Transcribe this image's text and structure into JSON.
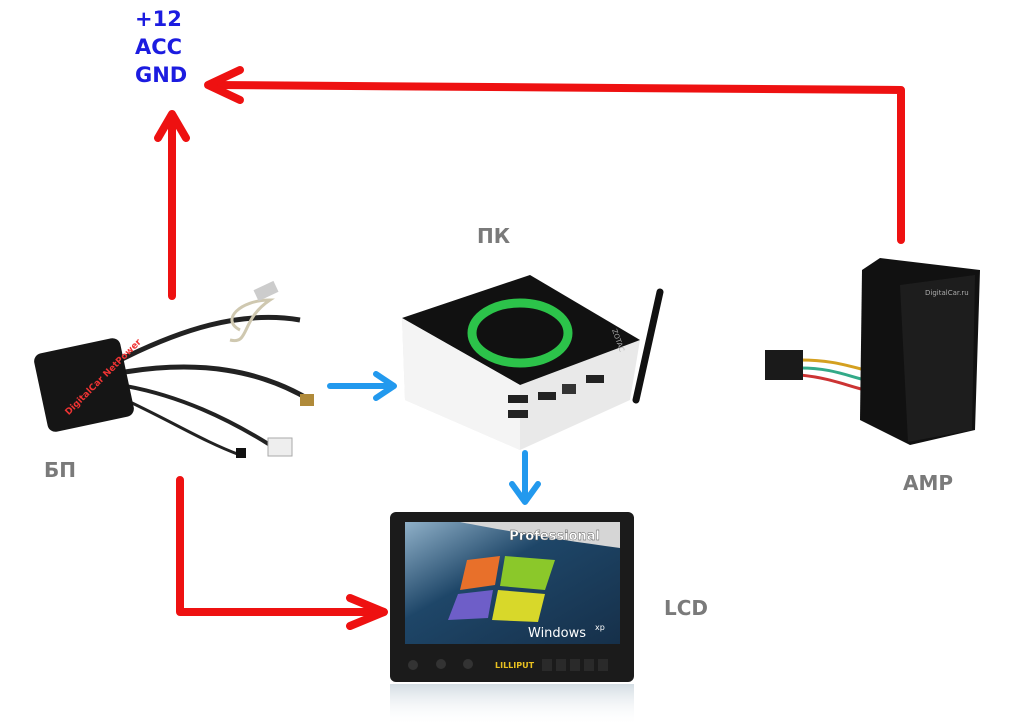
{
  "power_lines": {
    "plus12": "+12",
    "acc": "ACC",
    "gnd": "GND"
  },
  "labels": {
    "pc": "ПК",
    "psu": "БП",
    "amp": "AMP",
    "lcd": "LCD"
  },
  "device_text": {
    "psu_brand": "DigitalCar NetPower",
    "pc_brand": "ZOTAC",
    "amp_brand": "DigitalCar.ru",
    "lcd_screen_title": "Professional",
    "lcd_os": "Windows",
    "lcd_os_suffix": "xp",
    "lcd_brand": "LILLIPUT"
  },
  "colors": {
    "power_arrow": "#ee1111",
    "signal_arrow": "#2299ee",
    "power_text": "#1c1ce0",
    "label_text": "#7a7a7a"
  }
}
